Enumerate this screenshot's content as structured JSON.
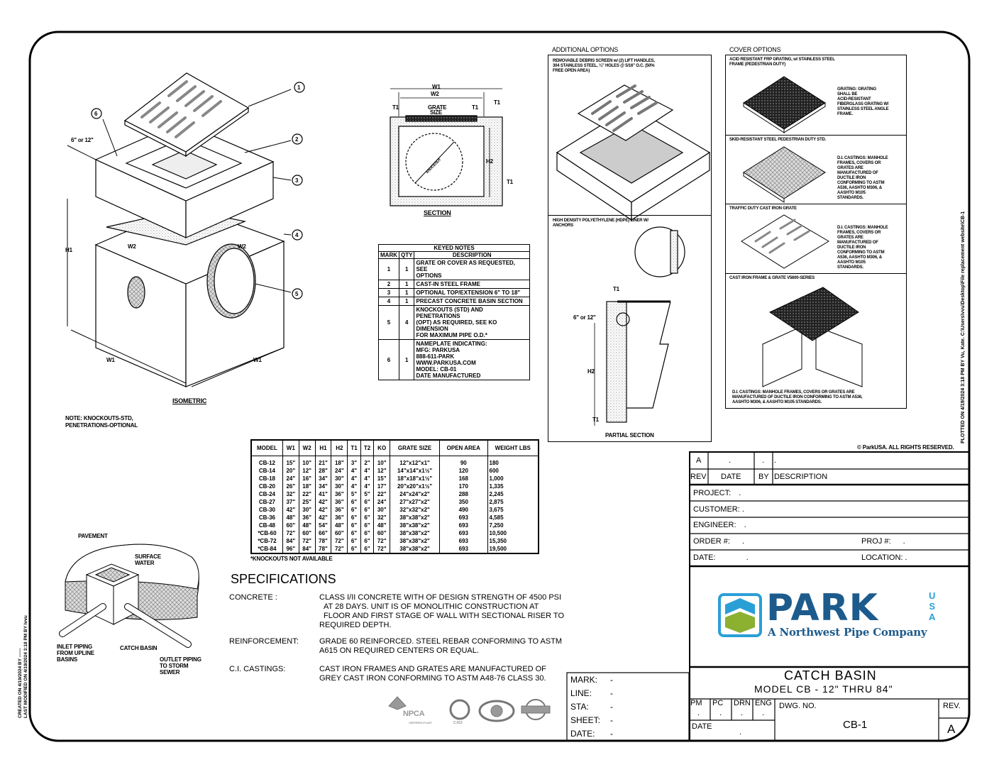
{
  "isometric": {
    "callouts": [
      "1",
      "2",
      "3",
      "4",
      "5",
      "6"
    ],
    "ext_height": "6\" or 12\"",
    "h1": "H1",
    "w2_left": "W2",
    "w2_right": "W2",
    "w1_left": "W1",
    "w1_right": "W1",
    "title": "ISOMETRIC",
    "note_lines": [
      "NOTE: KNOCKOUTS-STD,",
      "PENETRATIONS-OPTIONAL"
    ]
  },
  "section": {
    "w1": "W1",
    "w2": "W2",
    "grate_size": [
      "GRATE",
      "SIZE"
    ],
    "t1_left": "T1",
    "t1_right": "T1",
    "t1_top": "T1",
    "h2": "H2",
    "t1_bottom": "T1",
    "knockout": "KNOCKOUT",
    "title": "SECTION"
  },
  "keyed_notes": {
    "title": "KEYED NOTES",
    "headers": [
      "MARK",
      "QTY",
      "DESCRIPTION"
    ],
    "rows": [
      {
        "mark": "1",
        "qty": "1",
        "desc": [
          "GRATE OR COVER AS REQUESTED, SEE",
          "OPTIONS"
        ]
      },
      {
        "mark": "2",
        "qty": "1",
        "desc": [
          "CAST-IN STEEL FRAME"
        ]
      },
      {
        "mark": "3",
        "qty": "1",
        "desc": [
          "OPTIONAL TOP/EXTENSION 6\" TO 18\""
        ]
      },
      {
        "mark": "4",
        "qty": "1",
        "desc": [
          "PRECAST CONCRETE BASIN SECTION"
        ]
      },
      {
        "mark": "5",
        "qty": "4",
        "desc": [
          "KNOCKOUTS (STD) AND PENETRATIONS",
          "(OPT) AS REQUIRED, SEE KO DIMENSION",
          "FOR MAXIMUM PIPE O.D.*"
        ]
      },
      {
        "mark": "6",
        "qty": "1",
        "desc": [
          "NAMEPLATE INDICATING:",
          "MFG: PARKUSA",
          "888-611-PARK",
          "WWW.PARKUSA.COM",
          "MODEL: CB-01",
          "DATE MANUFACTURED"
        ]
      }
    ]
  },
  "model_table": {
    "headers": [
      "MODEL",
      "W1",
      "W2",
      "H1",
      "H2",
      "T1",
      "T2",
      "KO",
      "GRATE SIZE",
      "OPEN AREA",
      "WEIGHT LBS"
    ],
    "rows": [
      [
        "CB-12",
        "15\"",
        "10\"",
        "21\"",
        "18\"",
        "3\"",
        "2\"",
        "10\"",
        "12\"x12\"x1\"",
        "90",
        "180"
      ],
      [
        "CB-14",
        "20\"",
        "12\"",
        "28\"",
        "24\"",
        "4\"",
        "4\"",
        "12\"",
        "14\"x14\"x1½\"",
        "120",
        "600"
      ],
      [
        "CB-18",
        "24\"",
        "16\"",
        "34\"",
        "30\"",
        "4\"",
        "4\"",
        "15\"",
        "18\"x18\"x1½\"",
        "168",
        "1,000"
      ],
      [
        "CB-20",
        "26\"",
        "18\"",
        "34\"",
        "30\"",
        "4\"",
        "4\"",
        "17\"",
        "20\"x20\"x1½\"",
        "170",
        "1,335"
      ],
      [
        "CB-24",
        "32\"",
        "22\"",
        "41\"",
        "36\"",
        "5\"",
        "5\"",
        "22\"",
        "24\"x24\"x2\"",
        "288",
        "2,245"
      ],
      [
        "CB-27",
        "37\"",
        "25\"",
        "42\"",
        "36\"",
        "6\"",
        "6\"",
        "24\"",
        "27\"x27\"x2\"",
        "350",
        "2,875"
      ],
      [
        "CB-30",
        "42\"",
        "30\"",
        "42\"",
        "36\"",
        "6\"",
        "6\"",
        "30\"",
        "32\"x32\"x2\"",
        "490",
        "3,675"
      ],
      [
        "CB-36",
        "48\"",
        "36\"",
        "42\"",
        "36\"",
        "6\"",
        "6\"",
        "32\"",
        "38\"x38\"x2\"",
        "693",
        "4,585"
      ],
      [
        "CB-48",
        "60\"",
        "48\"",
        "54\"",
        "48\"",
        "6\"",
        "6\"",
        "48\"",
        "38\"x38\"x2\"",
        "693",
        "7,250"
      ],
      [
        "*CB-60",
        "72\"",
        "60\"",
        "66\"",
        "60\"",
        "6\"",
        "6\"",
        "60\"",
        "38\"x38\"x2\"",
        "693",
        "10,500"
      ],
      [
        "*CB-72",
        "84\"",
        "72\"",
        "78\"",
        "72\"",
        "6\"",
        "6\"",
        "72\"",
        "38\"x38\"x2\"",
        "693",
        "15,350"
      ],
      [
        "*CB-84",
        "96\"",
        "84\"",
        "78\"",
        "72\"",
        "6\"",
        "6\"",
        "72\"",
        "38\"x38\"x2\"",
        "693",
        "19,500"
      ]
    ],
    "footnote": "*KNOCKOUTS NOT AVAILABLE"
  },
  "additional_options": {
    "title": "ADDITIONAL OPTIONS",
    "debris_screen": [
      "REMOVABLE DEBRIS SCREEN w/ (2) LIFT HANDLES,",
      "304 STAINLESS STEEL, ¼\" HOLES @ 5/16\" O.C. (50%",
      "FREE OPEN AREA)"
    ],
    "hdpe_liner": [
      "HIGH DENSITY POLYETHYLENE (HDPE) LINER W/",
      "ANCHORS"
    ],
    "partial_section": {
      "t1_top": "T1",
      "ext": "6\" or 12\"",
      "h2": "H2",
      "t1_bottom": "T1",
      "title": "PARTIAL SECTION"
    }
  },
  "cover_options": {
    "title": "COVER OPTIONS",
    "panels": [
      {
        "title": [
          "ACID RESISTANT FRP GRATING, w/ STAINLESS STEEL",
          "FRAME (PEDESTRIAN DUTY)"
        ],
        "note": [
          "GRATING:  GRATING",
          "SHALL BE",
          "ACID-RESISTANT",
          "FIBERGLASS GRATING W/",
          "STAINLESS STEEL ANGLE",
          "FRAME."
        ]
      },
      {
        "title": [
          "SKID-RESISTANT STEEL PEDESTRIAN DUTY STD."
        ],
        "note": [
          "D.I. CASTINGS:  MANHOLE",
          "FRAMES, COVERS OR",
          "GRATES ARE",
          "MANUFACTURED OF",
          "DUCTILE IRON",
          "CONFORMING TO ASTM",
          "A536, AASHTO M306, &",
          "AASHTO M105",
          "STANDARDS."
        ]
      },
      {
        "title": [
          "TRAFFIC DUTY CAST IRON GRATE"
        ],
        "note": [
          "D.I. CASTINGS:  MANHOLE",
          "FRAMES, COVERS OR",
          "GRATES ARE",
          "MANUFACTURED OF",
          "DUCTILE IRON",
          "CONFORMING TO ASTM",
          "A536, AASHTO M306, &",
          "AASHTO M105",
          "STANDARDS."
        ]
      },
      {
        "title": [
          "CAST IRON FRAME & GRATE V5600-SERIES"
        ],
        "note": [
          "D.I. CASTINGS:  MANHOLE FRAMES, COVERS OR GRATES ARE",
          "MANUFACTURED OF DUCTILE IRON CONFORMING TO ASTM A536,",
          "AASHTO M306, & AASHTO M105 STANDARDS."
        ]
      }
    ]
  },
  "pavement_diagram": {
    "pavement": "PAVEMENT",
    "surface_water": [
      "SURFACE",
      "WATER"
    ],
    "inlet": [
      "INLET PIPING",
      "FROM UPLINE",
      "BASINS"
    ],
    "catch_basin": "CATCH BASIN",
    "outlet": [
      "OUTLET PIPING",
      "TO STORM",
      "SEWER"
    ]
  },
  "specifications": {
    "title": "SPECIFICATIONS",
    "items": [
      {
        "label": "CONCRETE :",
        "lines": [
          "CLASS I/II CONCRETE WITH OF DESIGN STRENGTH OF 4500 PSI",
          "AT 28 DAYS.  UNIT IS OF MONOLITHIC CONSTRUCTION AT",
          "FLOOR AND FIRST STAGE OF WALL WITH SECTIONAL RISER TO",
          "REQUIRED DEPTH."
        ]
      },
      {
        "label": "REINFORCEMENT:",
        "lines": [
          "GRADE 60 REINFORCED.  STEEL REBAR CONFORMING TO ASTM",
          "A615 ON REQUIRED CENTERS OR EQUAL."
        ]
      },
      {
        "label": "C.I. CASTINGS:",
        "lines": [
          "CAST IRON FRAMES AND GRATES ARE MANUFACTURED  OF",
          "GREY CAST IRON CONFORMING TO ASTM A48-76 CLASS 30."
        ]
      }
    ]
  },
  "cert_logos": {
    "npca": "NPCA",
    "npca_sub": "CERTIFIED PLANT",
    "astm": "C-913"
  },
  "copyright": "© ParkUSA.  ALL RIGHTS RESERVED.",
  "plot_stamp": "PLOTTED ON 4/19/2024 3:18 PM BY Vu, Kate. C:\\Users\\vvu\\Desktop\\File replacement website\\CB-1",
  "created_stamp": [
    "CREATED ON 4/19/2024 BY ------",
    "LAST MODIFIED ON 4/19/2024 3:18 PM BY lvvu"
  ],
  "title_block": {
    "revision": {
      "rev": "A",
      "date": ".",
      "by": ".",
      "description": "."
    },
    "rev_headers": {
      "rev": "REV",
      "date": "DATE",
      "by": "BY",
      "description": "DESCRIPTION"
    },
    "project": {
      "label": "PROJECT:",
      "value": "."
    },
    "customer": {
      "label": "CUSTOMER:",
      "value": "."
    },
    "engineer": {
      "label": "ENGINEER:",
      "value": "."
    },
    "order": {
      "label": "ORDER #:",
      "value": "."
    },
    "proj_no": {
      "label": "PROJ #:",
      "value": "."
    },
    "date": {
      "label": "DATE:",
      "value": "."
    },
    "location": {
      "label": "LOCATION:",
      "value": "."
    },
    "logo": {
      "name": "PARK",
      "usa": [
        "U",
        "S",
        "A"
      ],
      "tagline": "A Northwest Pipe Company",
      "brand_color": "#1d5b8c",
      "light_blue": "#2a9fd6",
      "green": "#8cb030"
    },
    "title": "CATCH BASIN",
    "subtitle": "MODEL CB - 12\" THRU 84\"",
    "signoffs": [
      {
        "label": "PM",
        "value": "."
      },
      {
        "label": "PC",
        "value": "."
      },
      {
        "label": "DRN",
        "value": "."
      },
      {
        "label": "ENG",
        "value": "."
      }
    ],
    "date_label": "DATE",
    "date_value": ".",
    "dwg_label": "DWG. NO.",
    "dwg_no": "CB-1",
    "rev_label": "REV.",
    "rev_value": "A",
    "marks": [
      {
        "label": "MARK:",
        "value": "-"
      },
      {
        "label": "LINE:",
        "value": "-"
      },
      {
        "label": "STA:",
        "value": "-"
      },
      {
        "label": "SHEET:",
        "value": "-"
      },
      {
        "label": "DATE:",
        "value": "-"
      }
    ]
  }
}
